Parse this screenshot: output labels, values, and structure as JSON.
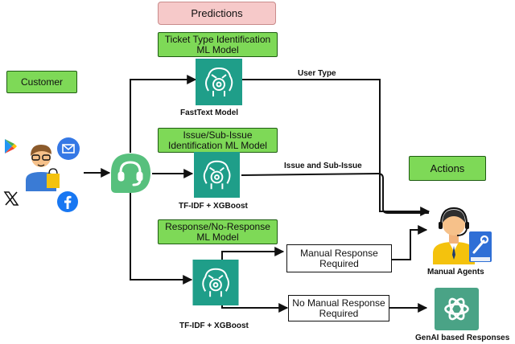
{
  "header": {
    "predictions": "Predictions",
    "actions": "Actions"
  },
  "nodes": {
    "customer": "Customer",
    "ticket_model": "Ticket Type Identification ML Model",
    "issue_model": "Issue/Sub-Issue Identification ML Model",
    "response_model": "Response/No-Response ML Model",
    "manual_response": "Manual Response Required",
    "no_manual_response": "No Manual Response Required"
  },
  "labels": {
    "fasttext": "FastText Model",
    "tfidf_1": "TF-IDF + XGBoost",
    "tfidf_2": "TF-IDF + XGBoost",
    "user_type": "User Type",
    "issue_sub_issue": "Issue and Sub-Issue",
    "manual_agents": "Manual Agents",
    "genai": "GenAI based Responses"
  },
  "icons": {
    "channels": [
      "google-play-icon",
      "mail-icon",
      "x-logo-icon",
      "facebook-icon"
    ],
    "customer": "shopper-person-icon",
    "hub": "headset-icon",
    "model": "brain-gear-icon",
    "agent": "support-agent-icon",
    "tools": "toolbox-icon",
    "genai": "openai-logo-icon"
  },
  "colors": {
    "green_box": "#7ed957",
    "pink_box": "#f6c9c9",
    "model_teal": "#1f9e89",
    "hub_green": "#57c07d"
  }
}
